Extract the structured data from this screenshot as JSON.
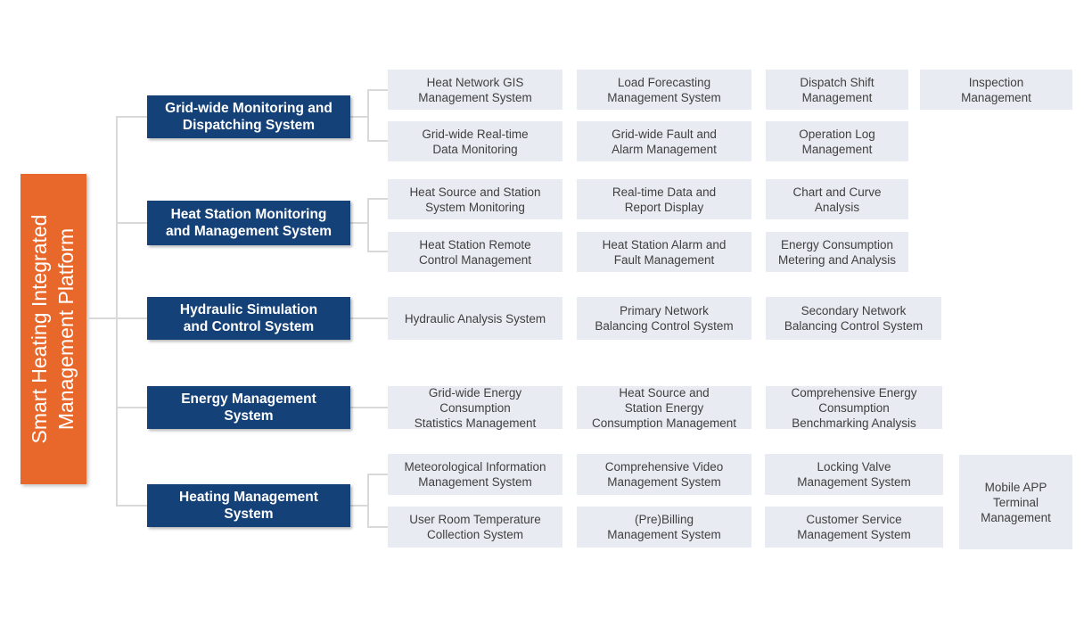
{
  "colors": {
    "background": "#FFFFFF",
    "accent": "#E8682C",
    "section": "#144178",
    "node_bg": "#E9EBF2",
    "node_text": "#3F3F3F",
    "line": "#D9D9D9",
    "text_on_dark": "#FFFFFF"
  },
  "platform": {
    "title": "Smart Heating Integrated\nManagement Platform"
  },
  "sections": [
    {
      "label": "Grid-wide Monitoring and\nDispatching System",
      "children": [
        "Heat Network GIS\nManagement System",
        "Load Forecasting\nManagement System",
        "Dispatch Shift\nManagement",
        "Inspection\nManagement",
        "Grid-wide Real-time\nData Monitoring",
        "Grid-wide Fault and\nAlarm Management",
        "Operation Log\nManagement"
      ]
    },
    {
      "label": "Heat Station Monitoring\nand Management System",
      "children": [
        "Heat Source and Station\nSystem Monitoring",
        "Real-time Data and\nReport Display",
        "Chart and Curve\nAnalysis",
        "Heat Station Remote\nControl Management",
        "Heat Station Alarm and\nFault Management",
        "Energy Consumption\nMetering and Analysis"
      ]
    },
    {
      "label": "Hydraulic Simulation\nand Control System",
      "children": [
        "Hydraulic Analysis System",
        "Primary Network\nBalancing Control System",
        "Secondary Network\nBalancing Control System"
      ]
    },
    {
      "label": "Energy Management\nSystem",
      "children": [
        "Grid-wide Energy\nConsumption\nStatistics Management",
        "Heat Source and\nStation Energy\nConsumption Management",
        "Comprehensive Energy\nConsumption\nBenchmarking Analysis"
      ]
    },
    {
      "label": "Heating Management\nSystem",
      "children": [
        "Meteorological Information\nManagement System",
        "Comprehensive Video\nManagement System",
        "Locking Valve\nManagement System",
        "Mobile APP\nTerminal\nManagement",
        "User Room Temperature\nCollection System",
        "(Pre)Billing\nManagement System",
        "Customer Service\nManagement System"
      ]
    }
  ]
}
